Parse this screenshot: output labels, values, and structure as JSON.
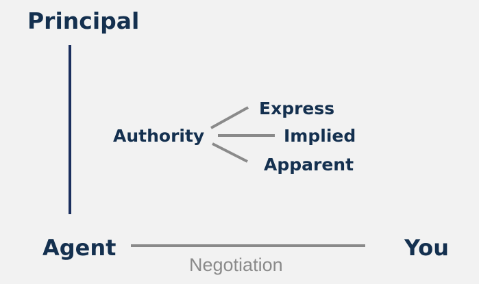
{
  "labels": {
    "principal": "Principal",
    "agent": "Agent",
    "you": "You",
    "authority": "Authority",
    "express": "Express",
    "implied": "Implied",
    "apparent": "Apparent",
    "negotiation": "Negotiation"
  },
  "colors": {
    "background": "#f2f2f2",
    "text": "#14304f",
    "principal_agent_line": "#1b2f5e",
    "connector_lines": "#8a8a8a",
    "negotiation_text": "#8a8a8a"
  }
}
